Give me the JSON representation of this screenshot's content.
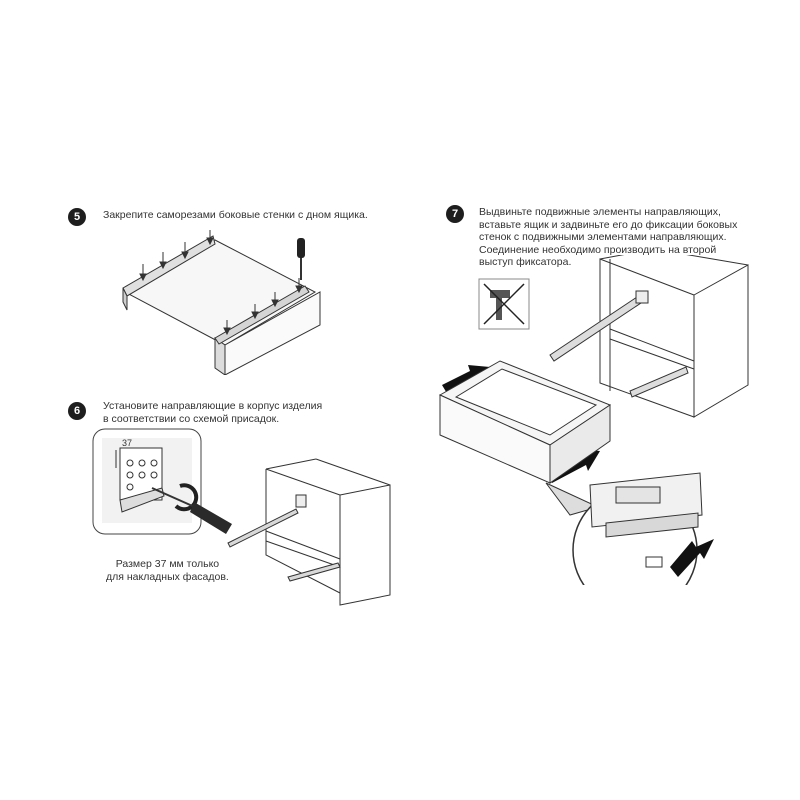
{
  "steps": [
    {
      "number": "5",
      "lines": [
        "Закрепите саморезами боковые стенки с дном ящика."
      ]
    },
    {
      "number": "6",
      "lines": [
        "Установите направляющие в корпус изделия",
        "в соответствии со схемой присадок."
      ],
      "note_lines": [
        "Размер 37 мм только",
        "для накладных фасадов."
      ],
      "dimension_label": "37"
    },
    {
      "number": "7",
      "lines": [
        "Выдвиньте подвижные элементы направляющих,",
        "вставьте ящик и задвиньте его до фиксации боковых",
        "стенок с подвижными элементами направляющих.",
        "Соединение необходимо производить на второй",
        "выступ фиксатора."
      ]
    }
  ],
  "icons": {
    "step5": "drawer-assembly-screwing-icon",
    "step6": "screwdriver-mounting-rail-icon",
    "step7": "drawer-insertion-icon",
    "no_tool": "no-hammer-icon"
  }
}
